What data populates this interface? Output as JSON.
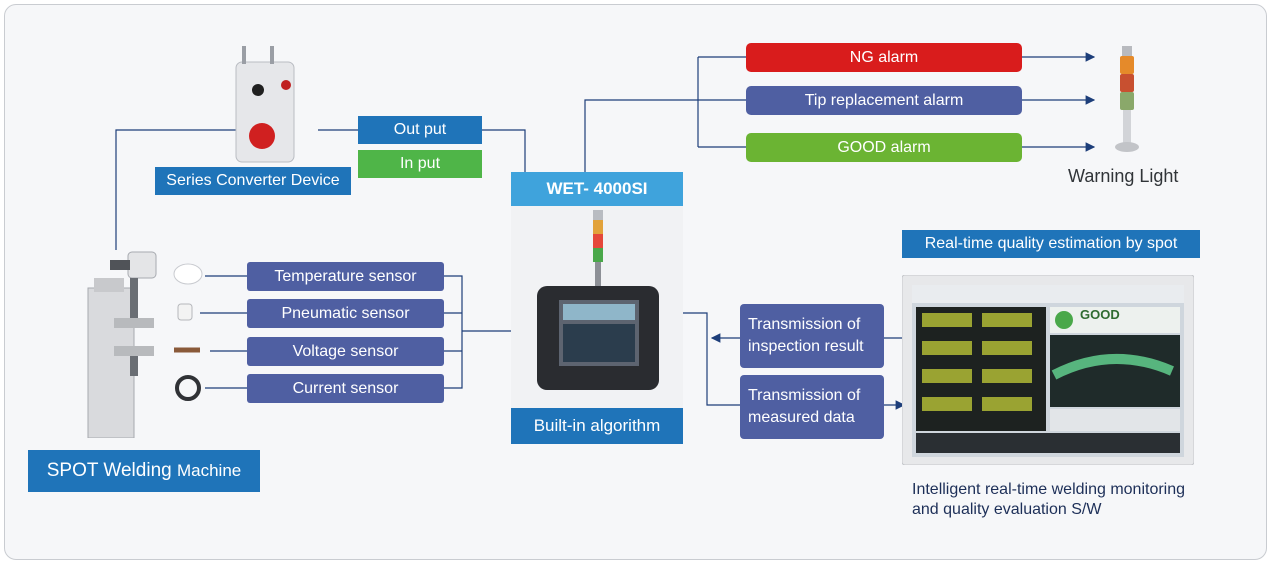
{
  "device": {
    "model": "WET- 4000SI",
    "footer": "Built-in algorithm"
  },
  "machine": {
    "label_main": "SPOT Welding",
    "label_sub": "Machine"
  },
  "converter": {
    "label": "Series Converter Device"
  },
  "io": {
    "output": "Out put",
    "input": "In put"
  },
  "sensors": [
    "Temperature sensor",
    "Pneumatic sensor",
    "Voltage sensor",
    "Current sensor"
  ],
  "alarms": [
    {
      "label": "NG alarm",
      "color": "#d91c1c"
    },
    {
      "label": "Tip replacement alarm",
      "color": "#4f5fa2"
    },
    {
      "label": "GOOD alarm",
      "color": "#6bb433"
    }
  ],
  "warning_light": {
    "label": "Warning Light"
  },
  "transmission": {
    "result": "Transmission of inspection result",
    "data": "Transmission of measured data"
  },
  "software": {
    "badge": "Real-time quality estimation by spot",
    "caption_line1": "Intelligent real-time welding monitoring",
    "caption_line2": "and quality evaluation S/W",
    "screen_status": "GOOD"
  },
  "colors": {
    "blue": "#1f74b9",
    "light_blue": "#3fa3dc",
    "green": "#4fb548",
    "slate": "#4f5fa2",
    "navy_text": "#1d2f58"
  }
}
